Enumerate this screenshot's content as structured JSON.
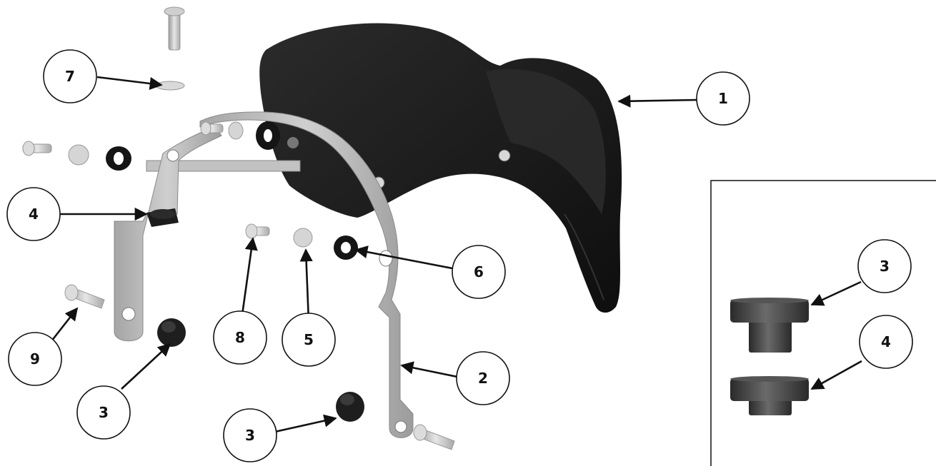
{
  "diagram": {
    "type": "exploded-parts-diagram",
    "colors": {
      "shroud": "#1c1c1c",
      "bracket": "#b8b8b8",
      "bushing_dark": "#222222",
      "washer": "#c9c9c9",
      "line": "#111111"
    },
    "callouts": {
      "c1": "1",
      "c2": "2",
      "c3a": "3",
      "c3b": "3",
      "c4": "4",
      "c5": "5",
      "c6": "6",
      "c7": "7",
      "c8": "8",
      "c9": "9"
    },
    "inset": {
      "c3": "3",
      "c4": "4"
    }
  }
}
